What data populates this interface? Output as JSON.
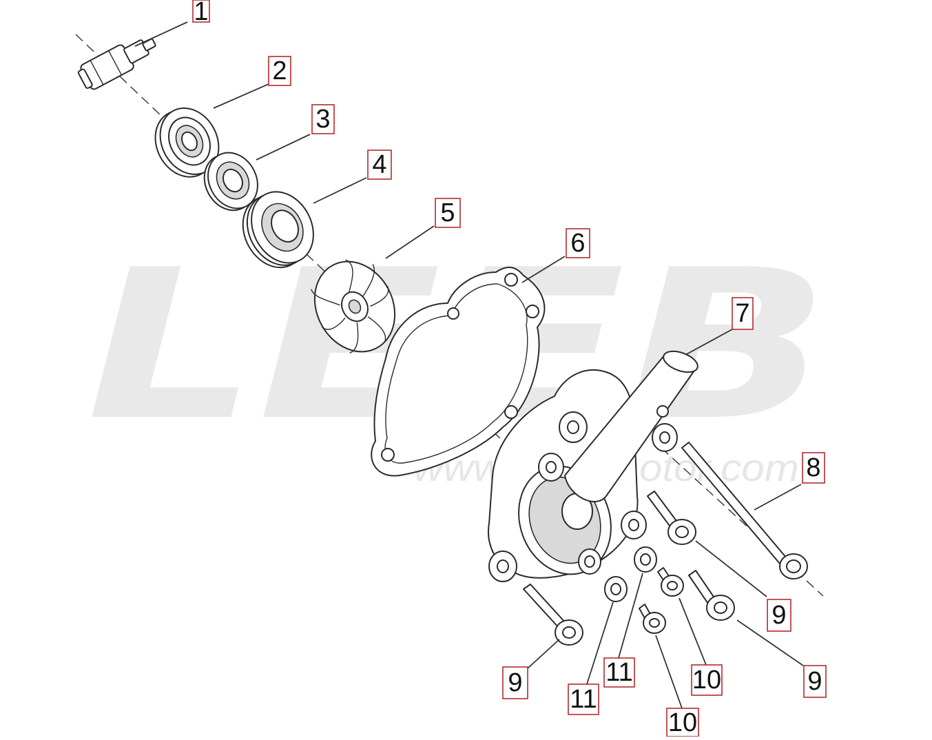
{
  "watermark": {
    "brand": "LEEB",
    "url": "www.leeb-motor.com"
  },
  "callouts": [
    {
      "id": "c1",
      "label": "1"
    },
    {
      "id": "c2",
      "label": "2"
    },
    {
      "id": "c3",
      "label": "3"
    },
    {
      "id": "c4",
      "label": "4"
    },
    {
      "id": "c5",
      "label": "5"
    },
    {
      "id": "c6",
      "label": "6"
    },
    {
      "id": "c7",
      "label": "7"
    },
    {
      "id": "c8",
      "label": "8"
    },
    {
      "id": "c9a",
      "label": "9"
    },
    {
      "id": "c9b",
      "label": "9"
    },
    {
      "id": "c9c",
      "label": "9"
    },
    {
      "id": "c10a",
      "label": "10"
    },
    {
      "id": "c10b",
      "label": "10"
    },
    {
      "id": "c11a",
      "label": "11"
    },
    {
      "id": "c11b",
      "label": "11"
    }
  ]
}
